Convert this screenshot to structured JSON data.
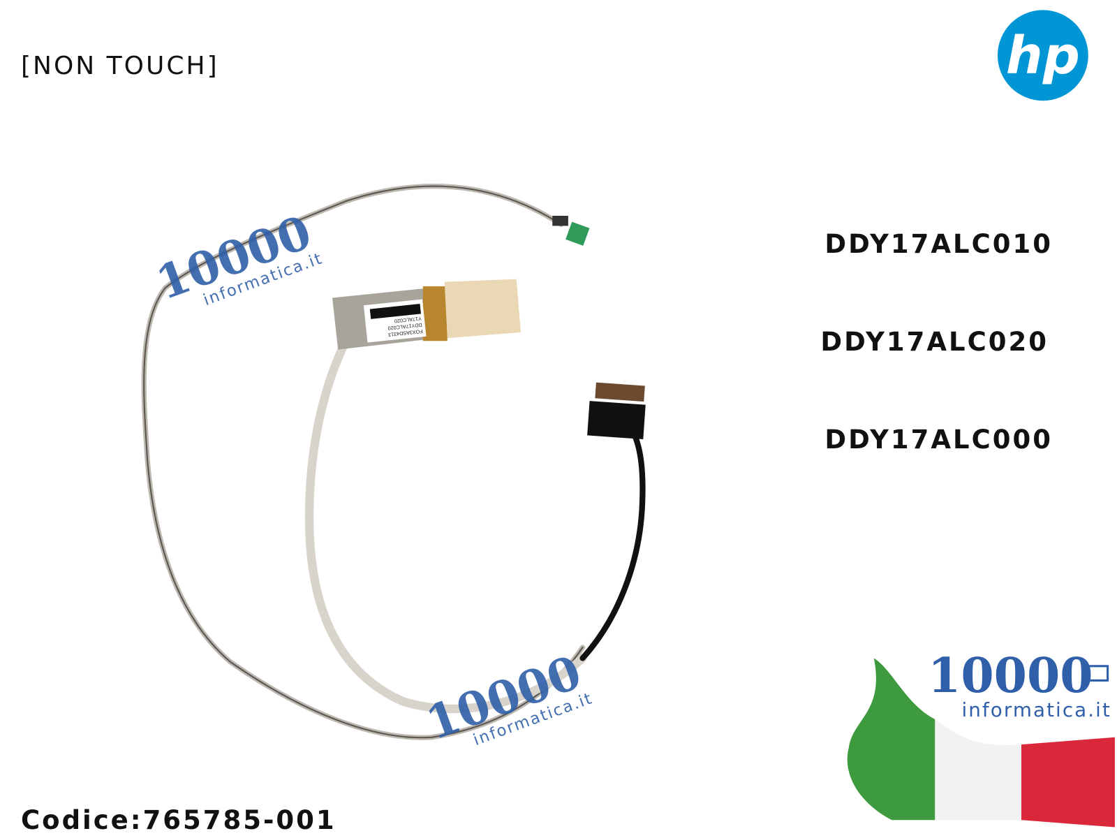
{
  "title": "[NON TOUCH]",
  "part_codes": [
    "DDY17ALC010",
    "DDY17ALC020",
    "DDY17ALC000"
  ],
  "codice": "Codice:765785-001",
  "brand_logo": "hp",
  "watermark": {
    "number": "10000",
    "domain": "informatica.it"
  },
  "cable_label": [
    "Y17ALC020",
    "DDY17ALC020",
    "FOX3ASD4313"
  ],
  "colors": {
    "hp_blue": "#0096d6",
    "brand_blue": "#2f5fa8",
    "flag_green": "#3e9a3e",
    "flag_red": "#d8283a"
  }
}
